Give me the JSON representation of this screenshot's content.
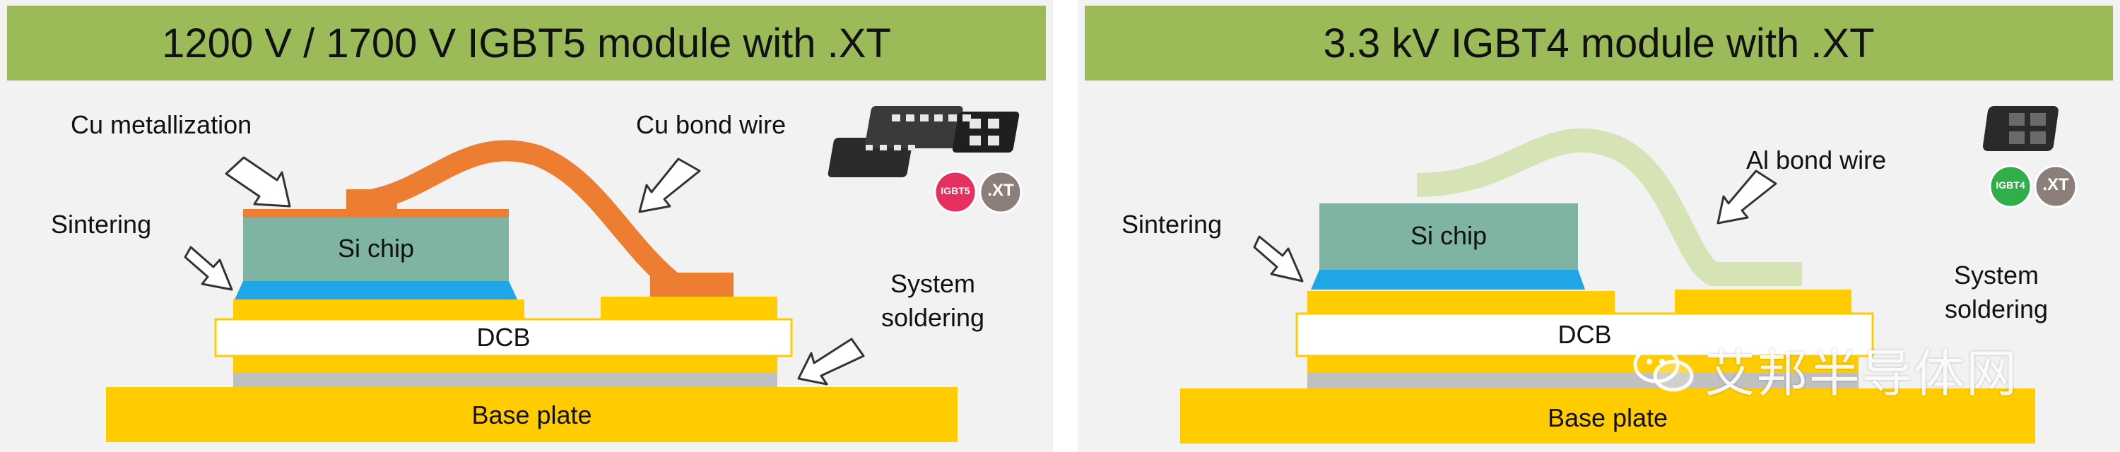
{
  "left": {
    "title": "1200 V / 1700 V IGBT5 module with .XT",
    "labels": {
      "cu_metallization": "Cu metallization",
      "cu_bond_wire": "Cu bond wire",
      "sintering": "Sintering",
      "si_chip": "Si chip",
      "dcb": "DCB",
      "system_soldering_1": "System",
      "system_soldering_2": "soldering",
      "base_plate": "Base plate"
    },
    "badges": [
      "IGBT5",
      ".XT"
    ]
  },
  "right": {
    "title": "3.3 kV IGBT4 module with .XT",
    "labels": {
      "al_bond_wire": "Al bond wire",
      "sintering": "Sintering",
      "si_chip": "Si chip",
      "dcb": "DCB",
      "system_soldering_1": "System",
      "system_soldering_2": "soldering",
      "base_plate": "Base plate"
    },
    "badges": [
      "IGBT4",
      ".XT"
    ]
  },
  "watermark": "艾邦半导体网",
  "colors": {
    "title_bg": "#9bbb59",
    "panel_bg": "#f2f2f2",
    "gold": "#ffcc00",
    "si_chip": "#7fb3a3",
    "sinter_blue": "#1ea6e6",
    "cu_orange": "#ed7d31",
    "al_wire": "#d5e3b5",
    "solder_grey": "#c0c0c0",
    "dcb_fill": "#ffffff",
    "dcb_border": "#ffcc00"
  }
}
